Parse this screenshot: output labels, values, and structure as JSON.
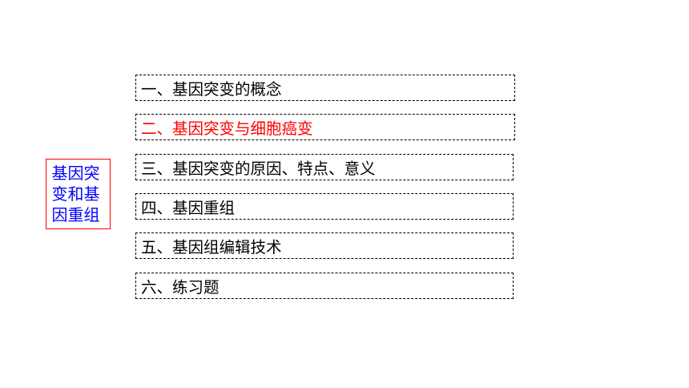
{
  "side_label": {
    "text": "基因突变和基因重组",
    "text_color": "#0000ff",
    "border_color": "#ff0000"
  },
  "outline": {
    "items": [
      {
        "label": "一、基因突变的概念",
        "current": false
      },
      {
        "label": "二、基因突变与细胞癌变",
        "current": true
      },
      {
        "label": "三、基因突变的原因、特点、意义",
        "current": false
      },
      {
        "label": "四、基因重组",
        "current": false
      },
      {
        "label": "五、基因组编辑技术",
        "current": false
      },
      {
        "label": "六、练习题",
        "current": false
      }
    ],
    "current_color": "#ff0000"
  }
}
